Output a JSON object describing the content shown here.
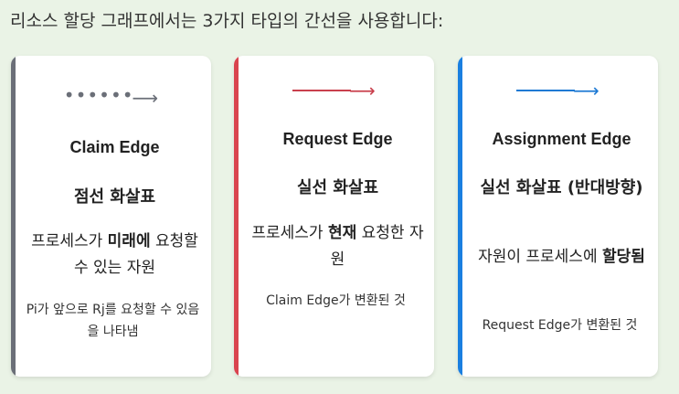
{
  "intro": "리소스 할당 그래프에서는 3가지 타입의 간선을 사용합니다:",
  "cards": [
    {
      "symbol": "••••••→",
      "symbol_color": "#6b6f78",
      "title": "Claim Edge",
      "kind": "점선 화살표",
      "desc_pre": "프로세스가 ",
      "desc_bold": "미래에",
      "desc_post": " 요청할 수 있는 자원",
      "note": "Pi가 앞으로 Rj를 요청할 수 있음을 나타냄",
      "accent": "#6b6f78"
    },
    {
      "symbol": "———→",
      "symbol_color": "#c9404d",
      "title": "Request Edge",
      "kind": "실선 화살표",
      "desc_pre": "프로세스가 ",
      "desc_bold": "현재",
      "desc_post": " 요청한 자원",
      "note": "Claim Edge가 변환된 것",
      "accent": "#d9434e"
    },
    {
      "symbol": "———→",
      "symbol_color": "#1f7ad4",
      "title": "Assignment Edge",
      "kind": "실선 화살표 (반대방향)",
      "desc_pre": "자원이 프로세스에 ",
      "desc_bold": "할당됨",
      "desc_post": "",
      "note": "Request Edge가 변환된 것",
      "accent": "#1a7fe0"
    }
  ]
}
